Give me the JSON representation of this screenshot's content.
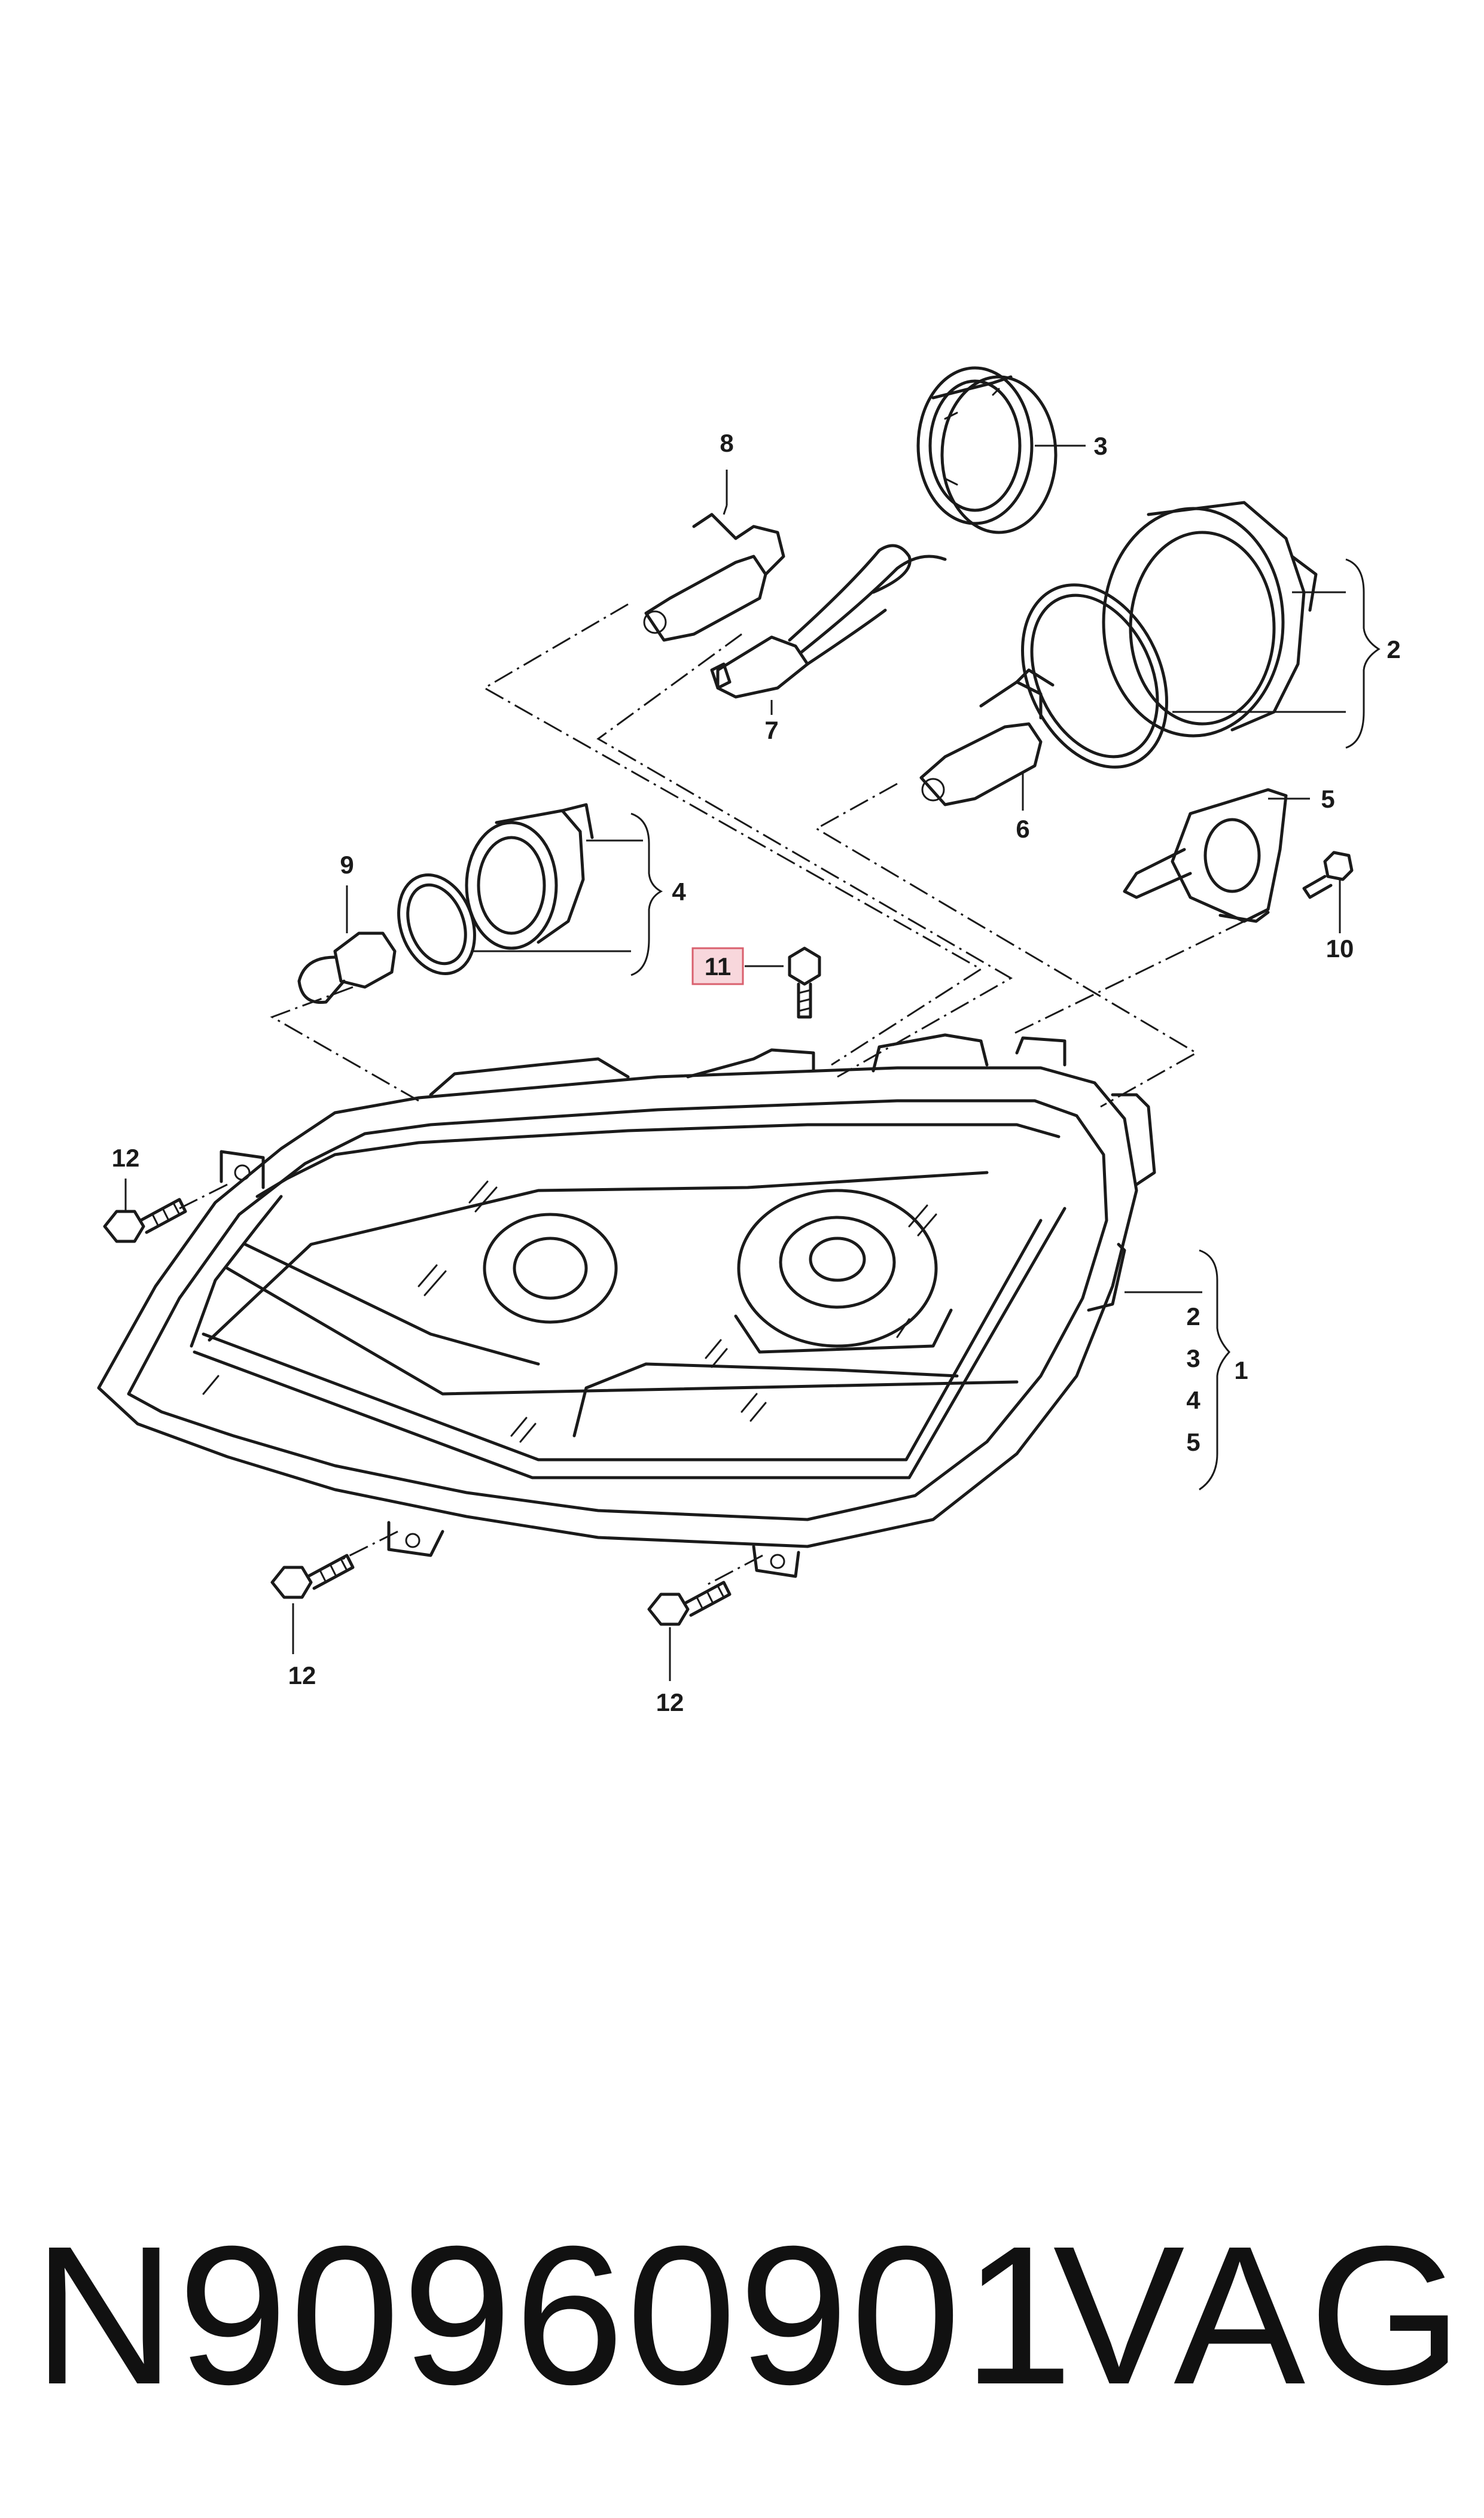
{
  "callouts": {
    "c1": "1",
    "c2a": "2",
    "c2b": "2",
    "c3a": "3",
    "c3b": "3",
    "c4a": "4",
    "c4b": "4",
    "c5a": "5",
    "c5b": "5",
    "c6": "6",
    "c7": "7",
    "c8": "8",
    "c9": "9",
    "c10": "10",
    "c11": "11",
    "c12a": "12",
    "c12b": "12",
    "c12c": "12"
  },
  "highlight": {
    "callout": "11",
    "fill": "#f8d7dc",
    "stroke": "#d9606e"
  },
  "footer": {
    "part_number": "N90960901",
    "brand": "VAG"
  }
}
